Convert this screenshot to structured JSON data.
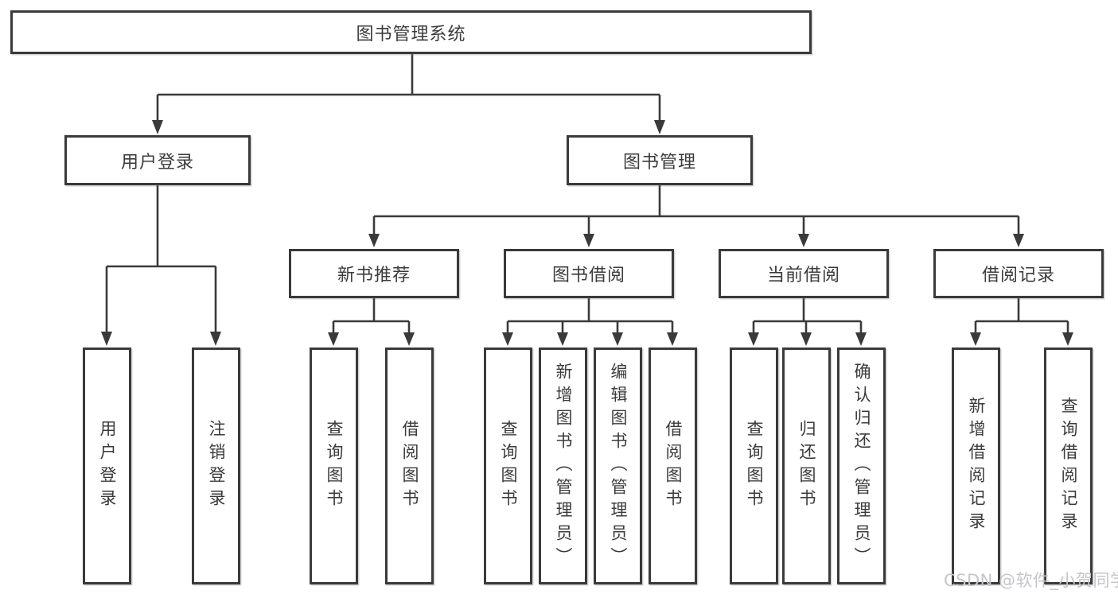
{
  "tree": {
    "root": "图书管理系统",
    "children": [
      {
        "label": "用户登录",
        "children": [
          "用户登录",
          "注销登录"
        ]
      },
      {
        "label": "图书管理",
        "children": [
          {
            "label": "新书推荐",
            "children": [
              "查询图书",
              "借阅图书"
            ]
          },
          {
            "label": "图书借阅",
            "children": [
              "查询图书",
              "新增图书（管理员）",
              "编辑图书（管理员）",
              "借阅图书"
            ]
          },
          {
            "label": "当前借阅",
            "children": [
              "查询图书",
              "归还图书",
              "确认归还（管理员）"
            ]
          },
          {
            "label": "借阅记录",
            "children": [
              "新增借阅记录",
              "查询借阅记录"
            ]
          }
        ]
      }
    ]
  },
  "watermark": {
    "text": "CSDN @软件_小贺同学"
  },
  "colors": {
    "line": "#3a3a3a",
    "text": "#3b3b3b",
    "watermark": "#c6c6ca",
    "background": "#ffffff"
  }
}
